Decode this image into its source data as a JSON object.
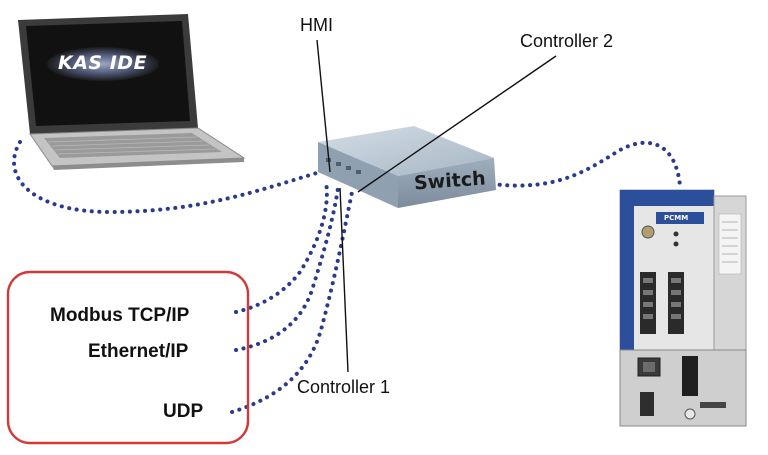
{
  "laptop": {
    "screen_text": "KAS IDE"
  },
  "switch": {
    "label": "Switch"
  },
  "callouts": {
    "hmi": "HMI",
    "controller_1": "Controller 1",
    "controller_2": "Controller 2"
  },
  "protocols": [
    "Modbus TCP/IP",
    "Ethernet/IP",
    "UDP"
  ],
  "controller_device": {
    "model": "PCMM"
  },
  "colors": {
    "cable": "#2a3a8c",
    "protocol_box_border": "#d23a3a",
    "switch_body": "#aab8c6",
    "device_body": "#e6e6e6",
    "device_accent": "#2b4f9a"
  }
}
